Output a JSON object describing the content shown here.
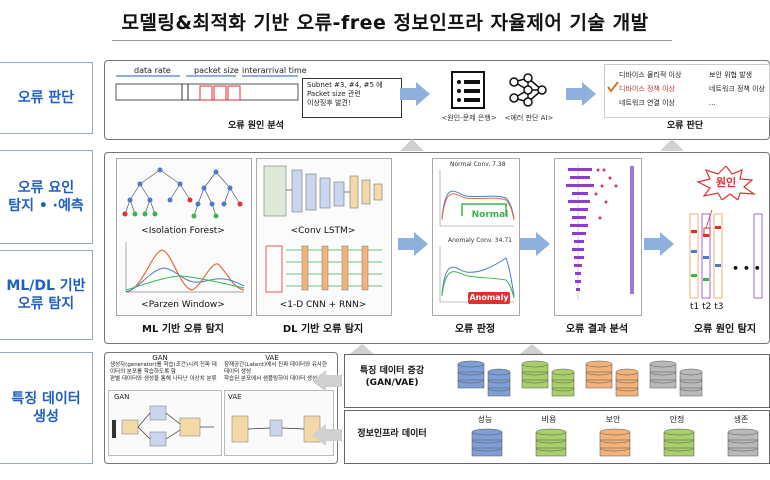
{
  "title": "모델링&최적화 기반 오류-free 정보인프라 자율제어 기술 개발",
  "left_labels": {
    "row1": "오류 판단",
    "row2": "오류 요인\n탐지 • ·예측",
    "row3": "ML/DL 기반\n오류 탐지",
    "row4": "특징 데이터\n생성"
  },
  "row1": {
    "timeline_labels": [
      "data rate",
      "packet size",
      "interarrival time"
    ],
    "subnet_note": "Subnet #3, #4, #5 에\nPacket size 관련\n이상징후 발견!",
    "cause_caption": "오류 원인 분석",
    "rule_bank_caption": "<원인-문제 은행>",
    "ai_caption": "<에러 판단 AI>",
    "judge_items": [
      "디바이스 물리적 이상",
      "디바이스 정책 이상",
      "네트워크 연결 이상",
      "보안 위협 발생",
      "네트워크 정책 이상",
      "..."
    ],
    "judge_caption": "오류 판단"
  },
  "row2": {
    "iforest_caption": "<Isolation Forest>",
    "parzen_caption": "<Parzen Window>",
    "convlstm_caption": "<Conv LSTM>",
    "cnnrnn_caption": "<1-D CNN + RNN>",
    "ml_caption": "ML 기반 오류 탐지",
    "dl_caption": "DL 기반 오류 탐지",
    "normal_label": "Normal",
    "anomaly_label": "Anomaly",
    "normal_title": "Normal Conv. 7.38",
    "anomaly_title": "Anomaly Conv. 34.71",
    "judge_caption": "오류 판정",
    "analysis_caption": "오류 결과 분석",
    "cause_badge": "원인",
    "time_labels": "t1 t2 t3",
    "dots": "• • •",
    "cause_detect_caption": "오류 원인 탐지"
  },
  "row4": {
    "gan_title": "GAN",
    "vae_title": "VAE",
    "gan_notes": [
      "생성자(generator)를 학습(조건)시켜 진짜 데이터의 분포를 학습하도록 함",
      "판별 데이터와 생성을 통해 나타난 이상치 분류"
    ],
    "vae_notes": [
      "잠재공간(Latent)에서 진짜 데이터와 유사한 데이터 생성",
      "학습된 분포에서 샘플링하여 데이터 생성"
    ],
    "gan_box": "GAN",
    "vae_box": "VAE",
    "augment_label": "특징 데이터 증강\n(GAN/VAE)",
    "infra_label": "정보인프라 데이터",
    "categories": [
      "성능",
      "비용",
      "보안",
      "안정",
      "생존"
    ]
  },
  "colors": {
    "accent_blue": "#1f5fbf",
    "arrow_blue": "#8fb0dd",
    "normal_green": "#39b54a",
    "anomaly_red": "#e03030",
    "disk_blue": "#7f9ed6",
    "disk_green": "#a9cf6b",
    "disk_orange": "#f2b27a",
    "disk_gray": "#b9b9b9"
  }
}
